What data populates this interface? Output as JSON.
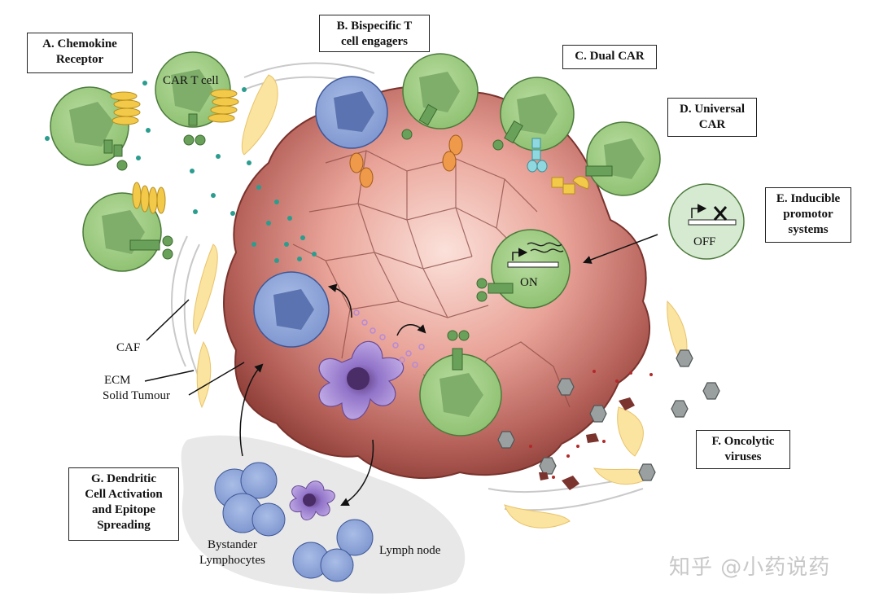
{
  "labels": {
    "A": "A. Chemokine\nReceptor",
    "B": "B. Bispecific T\ncell engagers",
    "C": "C. Dual CAR",
    "D": "D. Universal\nCAR",
    "E": "E. Inducible\npromotor\nsystems",
    "F": "F. Oncolytic\nviruses",
    "G": "G. Dendritic\nCell Activation\nand Epitope\nSpreading"
  },
  "annotations": {
    "car_t_cell": "CAR T cell",
    "caf": "CAF",
    "ecm": "ECM",
    "solid_tumour": "Solid Tumour",
    "on": "ON",
    "off": "OFF",
    "bystander": "Bystander\nLymphocytes",
    "lymph_node": "Lymph node"
  },
  "watermark": "知乎 @小药说药",
  "colors": {
    "tumour_core": "#f4c9c0",
    "tumour_edge": "#8c3f36",
    "car_t_cell": "#a8d08d",
    "car_t_nucleus": "#7fae6a",
    "blue_cell": "#8ea6d8",
    "dendritic_cell": "#a58ad6",
    "receptor_yellow": "#f3c94a",
    "virus_grey": "#9aa0a0",
    "chemokine_teal": "#2a9d8f",
    "caf_yellow": "#fbe3a0"
  }
}
